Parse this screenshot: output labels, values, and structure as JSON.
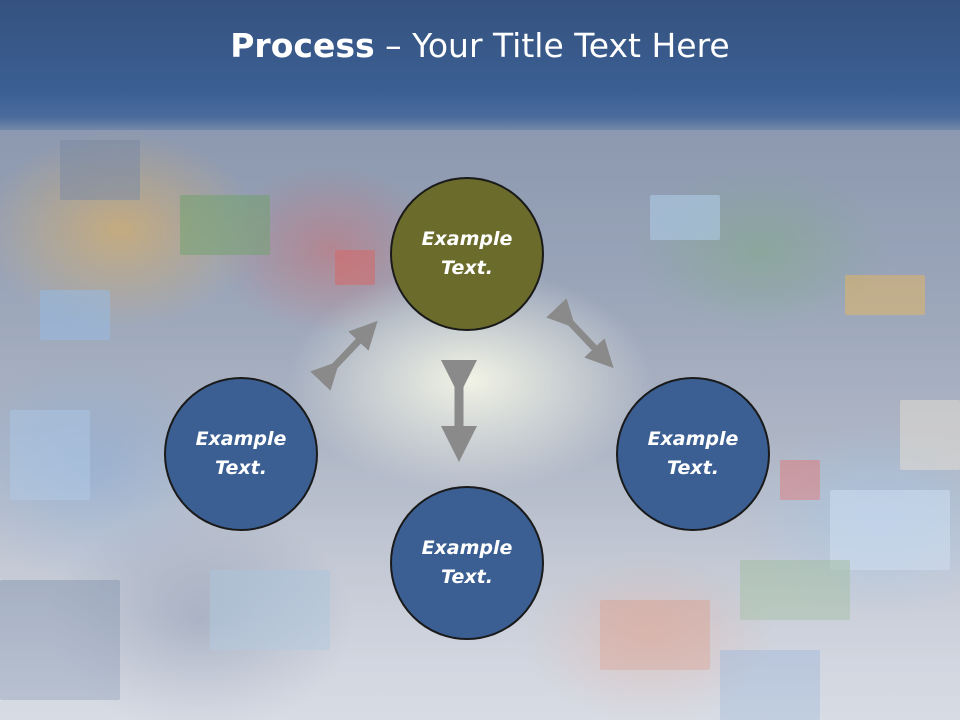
{
  "slide": {
    "title_bold": "Process",
    "title_rest": " – Your Title Text Here"
  },
  "nodes": {
    "top": {
      "line1": "Example",
      "line2": "Text."
    },
    "left": {
      "line1": "Example",
      "line2": "Text."
    },
    "right": {
      "line1": "Example",
      "line2": "Text."
    },
    "bottom": {
      "line1": "Example",
      "line2": "Text."
    }
  },
  "colors": {
    "header": "#3b5f93",
    "top_node": "#6b6b2c",
    "blue_node": "#3b5f93",
    "arrow": "#8a8a8a"
  }
}
